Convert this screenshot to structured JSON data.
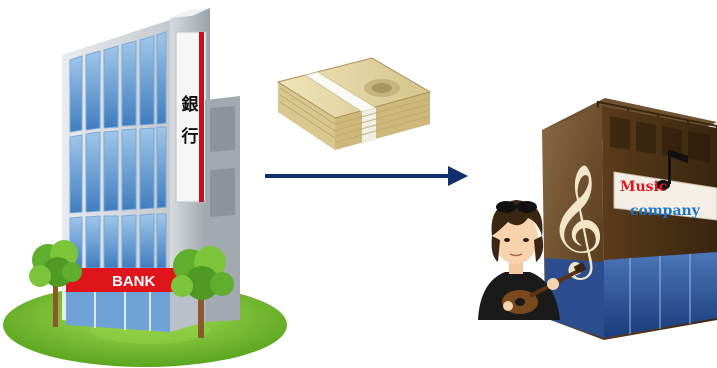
{
  "bank": {
    "vertical_sign": [
      "銀",
      "行"
    ],
    "facade_sign": "BANK"
  },
  "music_company": {
    "sign_line1": "Music",
    "sign_line2": "company"
  },
  "colors": {
    "bank_red": "#e0151b",
    "glass_blue": "#4a86c5",
    "grass_green": "#7cc43a",
    "arrow_navy": "#0f2e6b",
    "building_brown": "#5a3a1a",
    "music_red": "#e0151b",
    "music_blue": "#1e73c7"
  },
  "icons": [
    "bank-building-icon",
    "tree-icon",
    "money-bundle-icon",
    "arrow-right-icon",
    "music-building-icon",
    "treble-clef-icon",
    "musical-note-icon",
    "guitarist-icon"
  ]
}
